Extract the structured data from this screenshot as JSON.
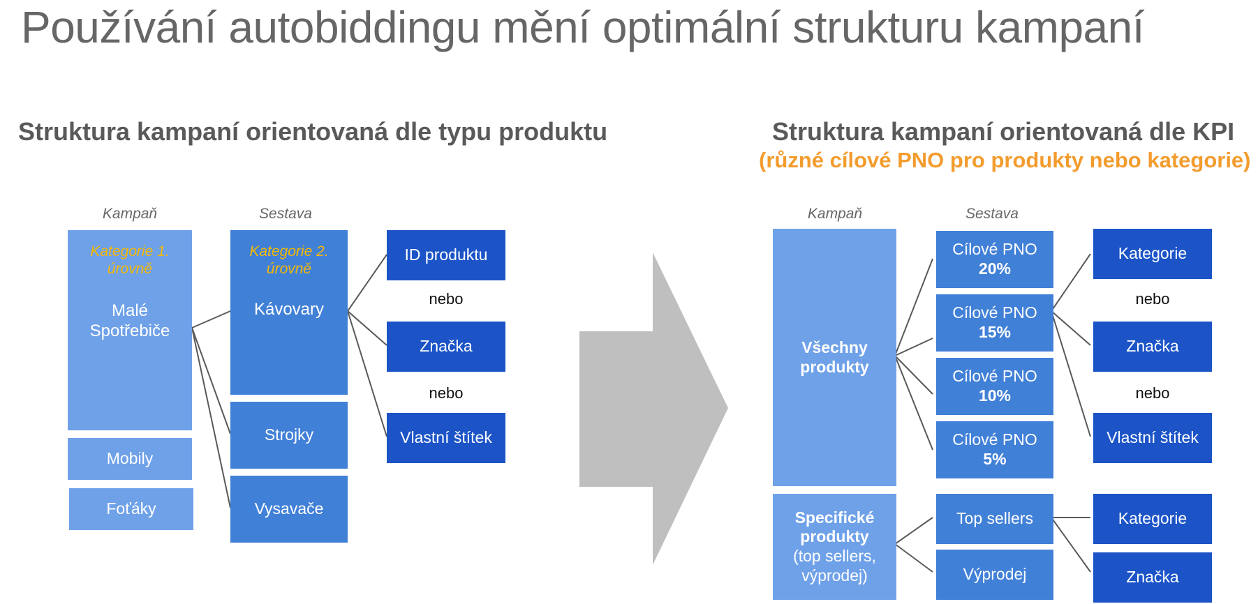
{
  "title": "Používání autobiddingu mění optimální strukturu kampaní",
  "left": {
    "heading": "Struktura kampaní orientovaná dle typu produktu",
    "col_campaign": "Kampaň",
    "col_adgroup": "Sestava",
    "campaign_box": {
      "category_label": "Kategorie 1. úrovně",
      "name": "Malé Spotřebiče"
    },
    "campaigns": [
      "Mobily",
      "Foťáky"
    ],
    "adgroup_box": {
      "category_label": "Kategorie 2. úrovně",
      "name": "Kávovary"
    },
    "adgroups": [
      "Strojky",
      "Vysavače"
    ],
    "targets": [
      "ID produktu",
      "Značka",
      "Vlastní štítek"
    ],
    "or_label": "nebo"
  },
  "right": {
    "heading": "Struktura kampaní orientovaná dle KPI",
    "subheading": "(různé cílové PNO pro produkty nebo kategorie)",
    "col_campaign": "Kampaň",
    "col_adgroup": "Sestava",
    "campaign_all": "Všechny produkty",
    "campaign_specific": {
      "name": "Specifické produkty",
      "detail": "(top sellers, výprodej)"
    },
    "pno_label": "Cílové PNO",
    "pno_values": [
      "20%",
      "15%",
      "10%",
      "5%"
    ],
    "adgroups_specific": [
      "Top sellers",
      "Výprodej"
    ],
    "targets": [
      "Kategorie",
      "Značka",
      "Vlastní štítek"
    ],
    "targets_specific": [
      "Kategorie",
      "Značka"
    ],
    "or_label": "nebo"
  },
  "colors": {
    "title": "#666666",
    "heading": "#595959",
    "accent": "#f39c2e",
    "category_label": "#f5b800",
    "box_light": "#6fa1e8",
    "box_mid": "#4180d7",
    "box_dark": "#1c54c7",
    "arrow": "#bfbfbf",
    "line": "#595959"
  }
}
